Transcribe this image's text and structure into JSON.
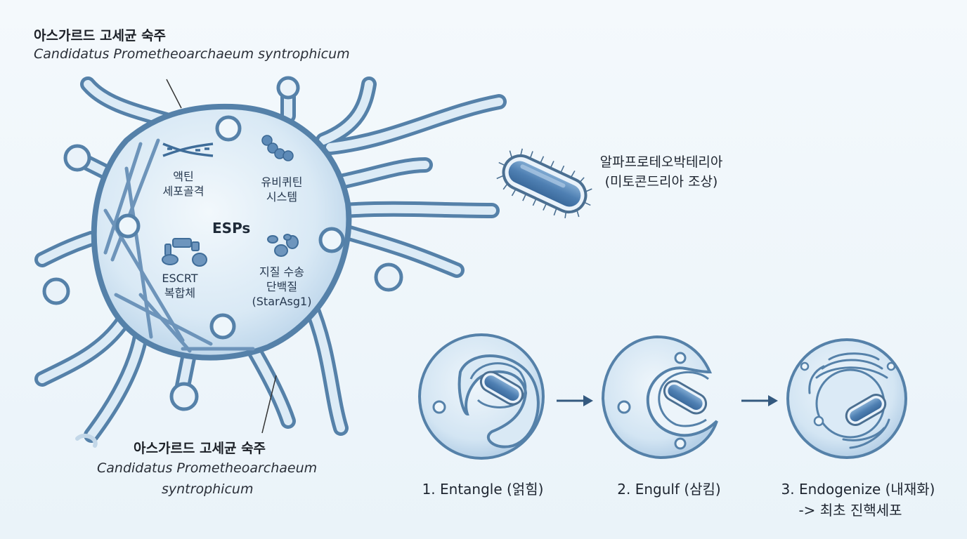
{
  "host_label_top": {
    "korean": "아스가르드 고세균 숙주",
    "scientific": "Candidatus Prometheoarchaeum syntrophicum"
  },
  "host_label_bottom": {
    "korean": "아스가르드 고세균 숙주",
    "scientific_line1": "Candidatus Prometheoarchaeum",
    "scientific_line2": "syntrophicum"
  },
  "esp": {
    "title": "ESPs",
    "actin": [
      "액틴",
      "세포골격"
    ],
    "ubiquitin": [
      "유비퀴틴",
      "시스템"
    ],
    "escrt": [
      "ESCRT",
      "복합체"
    ],
    "lipid": [
      "지질 수송",
      "단백질",
      "(StarAsg1)"
    ]
  },
  "bacterium": {
    "line1": "알파프로테오박테리아",
    "line2": "(미토콘드리아 조상)"
  },
  "steps": [
    {
      "label": "1. Entangle (얽힘)"
    },
    {
      "label": "2. Engulf (삼킴)"
    },
    {
      "label": "3. Endogenize (내재화)",
      "sub": "-> 최초 진핵세포"
    }
  ],
  "colors": {
    "outline": "#4f7fa9",
    "cell_fill": "#d6e7f4",
    "bacterium": "#4d7fb2",
    "arrow": "#34597f"
  }
}
